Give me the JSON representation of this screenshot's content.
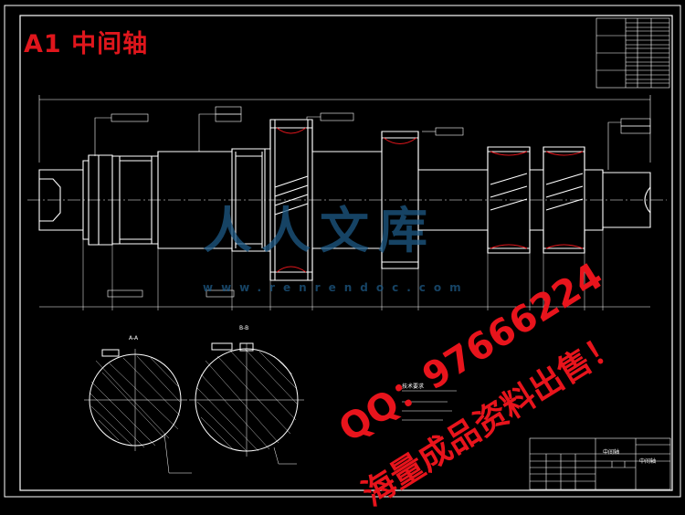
{
  "drawing": {
    "title": "A1 中间轴",
    "section_label_a": "A-A",
    "section_label_b": "B-B",
    "notes_title": "技术要求",
    "table_header_1": "中间轴",
    "table_header_2": "中间轴"
  },
  "promo": {
    "qq_line": "QQ：97666224",
    "sale_line": "海量成品资料出售！"
  },
  "watermark": {
    "main": "人人文库",
    "url": "www.renrendoc.com"
  },
  "colors": {
    "background": "#000000",
    "lines": "#ffffff",
    "title_red": "#e0161c",
    "watermark_blue": "#1e5a86"
  }
}
